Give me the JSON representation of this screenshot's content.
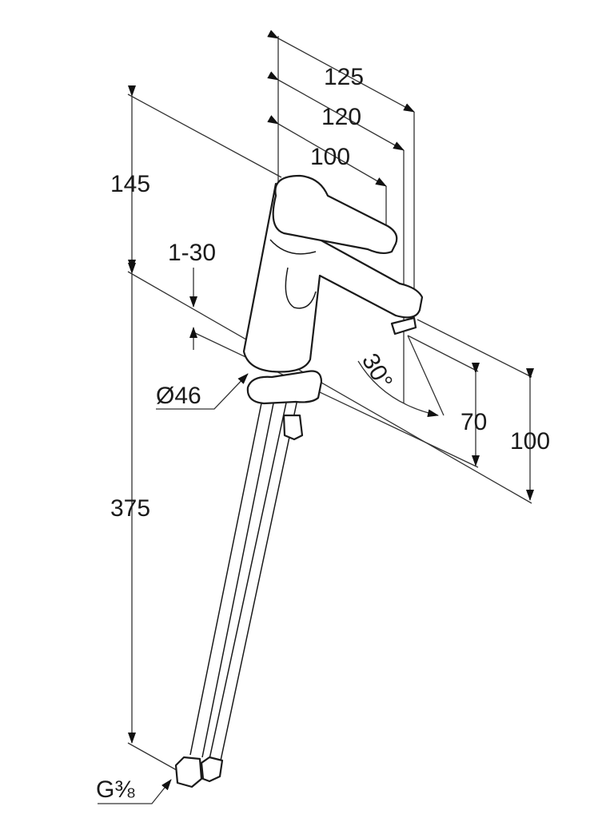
{
  "title": "Basin mixer dimension drawing",
  "dimensions": {
    "width_125": "125",
    "width_120": "120",
    "width_100": "100",
    "height_145": "145",
    "deck_thickness": "1-30",
    "diameter": "Ø46",
    "angle": "30°",
    "spout_height_70": "70",
    "spout_height_100": "100",
    "hose_length": "375",
    "connection": "G⅜"
  }
}
